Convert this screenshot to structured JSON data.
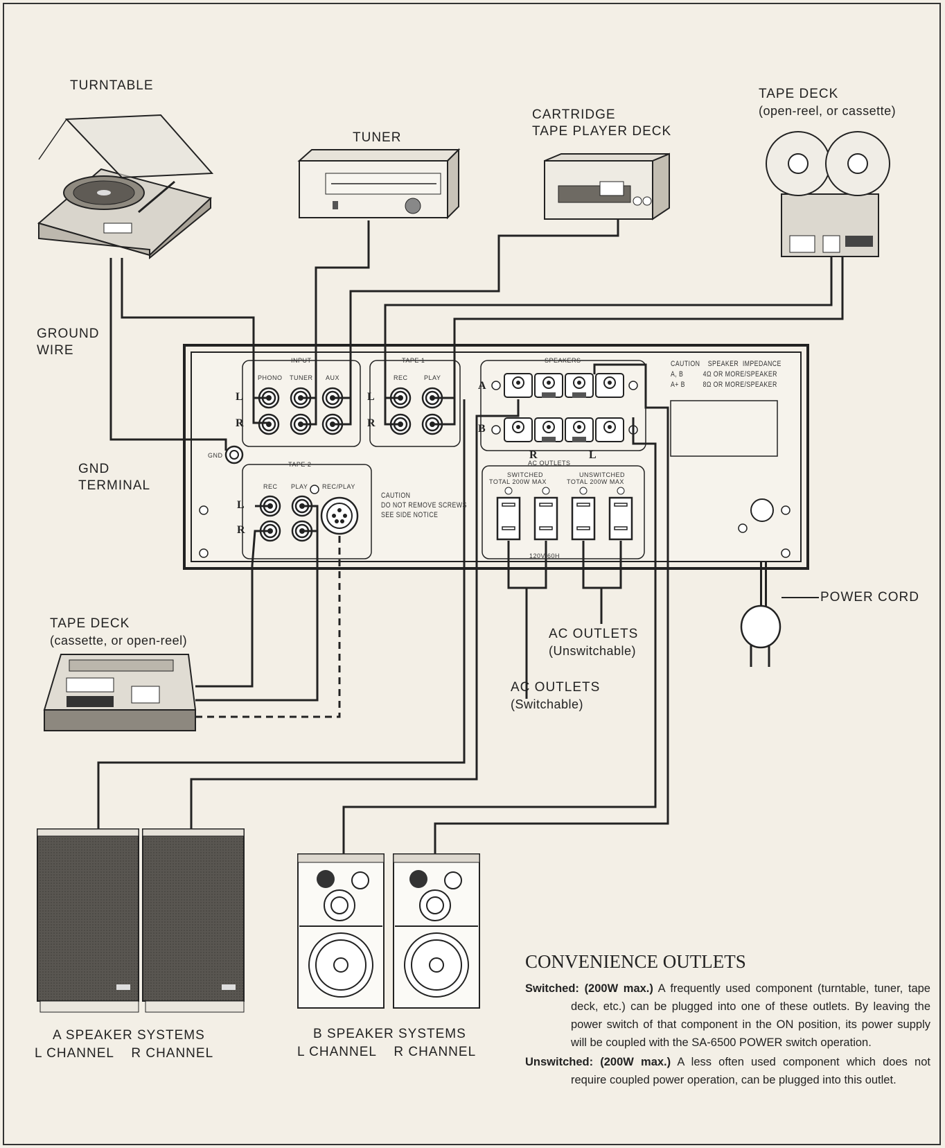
{
  "devices": {
    "turntable": "TURNTABLE",
    "tuner": "TUNER",
    "cartridge_line1": "CARTRIDGE",
    "cartridge_line2": "TAPE PLAYER DECK",
    "tape_deck_top_line1": "TAPE DECK",
    "tape_deck_top_line2": "(open-reel, or cassette)",
    "tape_deck_left_line1": "TAPE DECK",
    "tape_deck_left_line2": "(cassette, or open-reel)",
    "ground_wire_line1": "GROUND",
    "ground_wire_line2": "WIRE",
    "gnd_terminal_line1": "GND",
    "gnd_terminal_line2": "TERMINAL",
    "power_cord": "POWER CORD",
    "ac_unswitchable_line1": "AC OUTLETS",
    "ac_unswitchable_line2": "(Unswitchable)",
    "ac_switchable_line1": "AC OUTLETS",
    "ac_switchable_line2": "(Switchable)",
    "a_speakers_line1": "A SPEAKER SYSTEMS",
    "a_speakers_line2": "L CHANNEL    R CHANNEL",
    "b_speakers_line1": "B SPEAKER SYSTEMS",
    "b_speakers_line2": "L CHANNEL    R CHANNEL"
  },
  "panel": {
    "input": "INPUT",
    "phono": "PHONO",
    "tuner": "TUNER",
    "aux": "AUX",
    "tape1": "TAPE 1",
    "tape2": "TAPE 2",
    "rec": "REC",
    "play": "PLAY",
    "rec_play": "REC/PLAY",
    "speakers": "SPEAKERS",
    "gnd": "GND",
    "l": "L",
    "r": "R",
    "a": "A",
    "b": "B",
    "ac_outlets": "AC OUTLETS",
    "switched": "SWITCHED",
    "switched_total": "TOTAL 200W MAX",
    "unswitched": "UNSWITCHED",
    "unswitched_total": "TOTAL 200W MAX",
    "voltage": "120V 60H",
    "caution_screws_1": "CAUTION",
    "caution_screws_2": "DO NOT REMOVE SCREWS",
    "caution_screws_3": "SEE SIDE NOTICE",
    "caution_imp_1": "CAUTION    SPEAKER  IMPEDANCE",
    "caution_imp_2": "A, B          4Ω OR MORE/SPEAKER",
    "caution_imp_3": "A+ B         8Ω OR MORE/SPEAKER",
    "spk_r": "R",
    "spk_l": "L"
  },
  "notes": {
    "heading": "CONVENIENCE OUTLETS",
    "switched_label": "Switched:",
    "switched_max": "(200W max.)",
    "switched_text": "A frequently used component (turntable, tuner, tape deck, etc.) can be plugged into one of these outlets. By leaving the power switch of that component in the ON position, its power supply will be coupled with the SA-6500 POWER switch operation.",
    "unswitched_label": "Unswitched:",
    "unswitched_max": "(200W max.)",
    "unswitched_text": "A less often used component which does not require coupled power operation, can be plugged into this outlet."
  }
}
